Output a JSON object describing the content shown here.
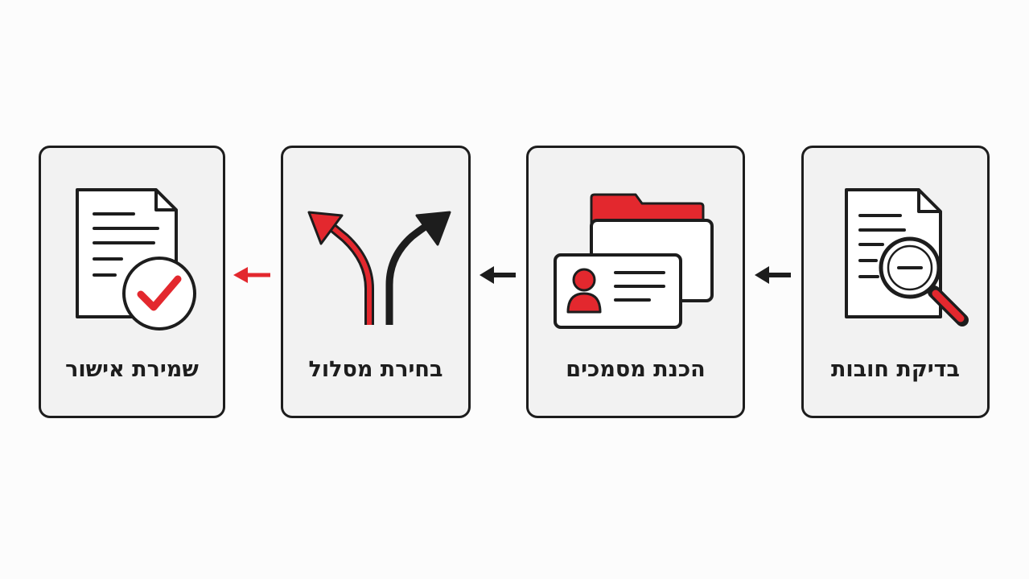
{
  "colors": {
    "accent": "#e3282e",
    "ink": "#1d1d1d",
    "card_bg": "#f2f2f2",
    "page_bg": "#fcfcfc"
  },
  "steps": [
    {
      "label": "בדיקת חובות",
      "icon": "document-magnifier-icon"
    },
    {
      "label": "הכנת מסמכים",
      "icon": "id-card-folder-icon"
    },
    {
      "label": "בחירת מסלול",
      "icon": "split-arrows-icon"
    },
    {
      "label": "שמירת אישור",
      "icon": "document-checkmark-icon"
    }
  ]
}
